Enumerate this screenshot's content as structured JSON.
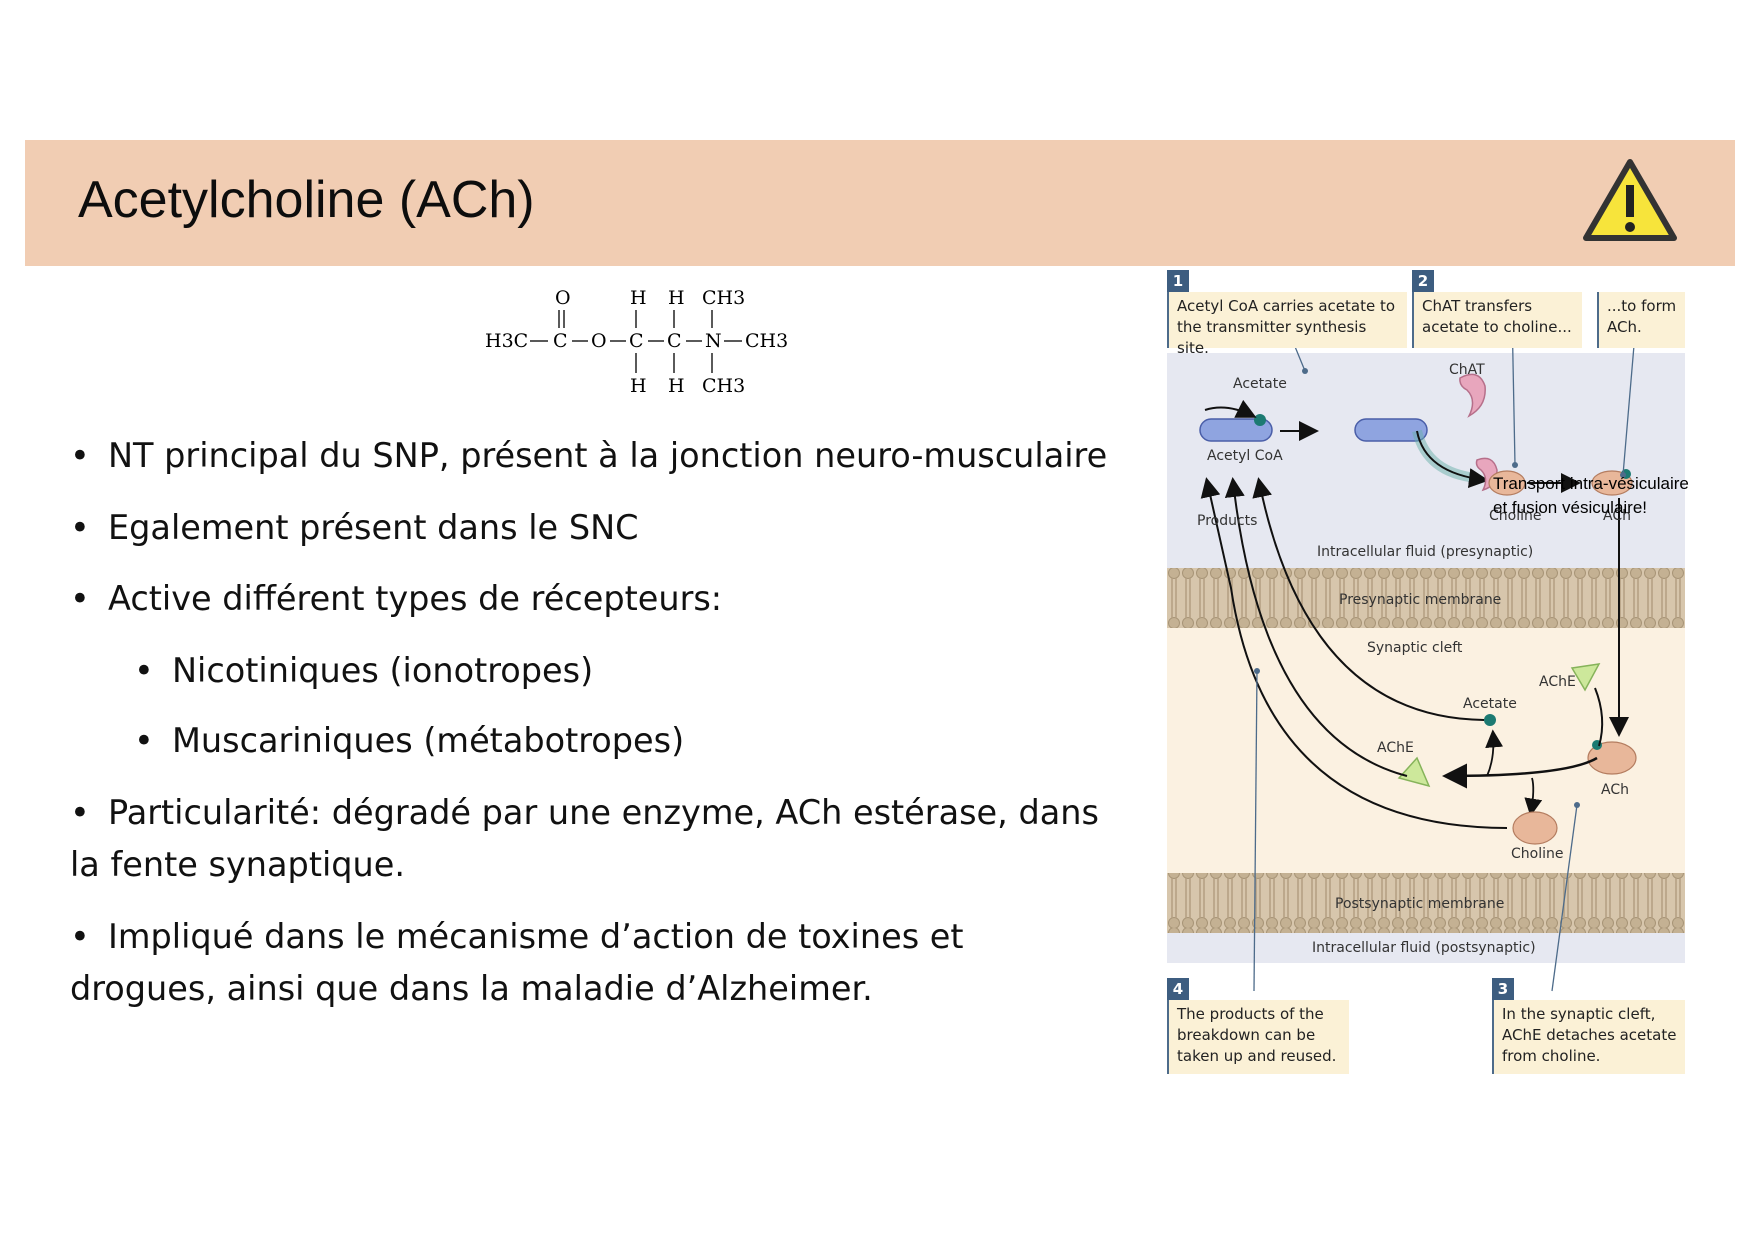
{
  "slide": {
    "title": "Acetylcholine (ACh)",
    "warning_icon": "warning-triangle-icon"
  },
  "formula": {
    "left": "H3C",
    "o_top": "O",
    "c1": "C",
    "o_mid": "O",
    "c2": "C",
    "c3": "C",
    "n": "N",
    "ch3_right": "CH3",
    "h": "H",
    "ch3": "CH3"
  },
  "bullets": {
    "b1": "NT principal du SNP, présent à la jonction neuro-musculaire",
    "b2": "Egalement présent dans le SNC",
    "b3": "Active différent types de récepteurs:",
    "b3a": "Nicotiniques (ionotropes)",
    "b3b": "Muscariniques (métabotropes)",
    "b4": "Particularité: dégradé par une enzyme, ACh estérase, dans la fente synaptique.",
    "b5": "Impliqué dans le mécanisme d’action de toxines et drogues, ainsi que dans la maladie d’Alzheimer.",
    "bullet_char": "•"
  },
  "diagram": {
    "step1": {
      "num": "1",
      "text": "Acetyl CoA carries acetate to the transmitter synthesis site."
    },
    "step2": {
      "num": "2",
      "text": "ChAT transfers acetate to choline..."
    },
    "step2b": {
      "text": "...to form ACh."
    },
    "step3": {
      "num": "3",
      "text": "In the synaptic cleft, AChE detaches acetate from choline."
    },
    "step4": {
      "num": "4",
      "text": "The products of the breakdown can be taken up and reused."
    },
    "labels": {
      "acetate_top": "Acetate",
      "acetyl_coa": "Acetyl CoA",
      "chat": "ChAT",
      "products": "Products",
      "choline_top": "Choline",
      "ach_top": "ACh",
      "intracellular_pre": "Intracellular fluid (presynaptic)",
      "presynaptic_membrane": "Presynaptic membrane",
      "synaptic_cleft": "Synaptic cleft",
      "ache_right": "AChE",
      "acetate_cleft": "Acetate",
      "ache_left": "AChE",
      "ach_cleft": "ACh",
      "choline_cleft": "Choline",
      "postsynaptic_membrane": "Postsynaptic membrane",
      "intracellular_post": "Intracellular fluid (postsynaptic)"
    },
    "annotation_line1": "Transport intra-vésiculaire",
    "annotation_line2": "et fusion vésiculaire!"
  }
}
